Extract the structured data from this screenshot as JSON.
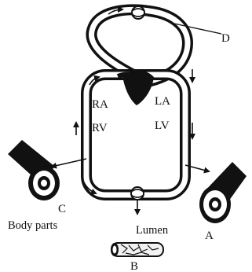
{
  "labels": {
    "ra": "RA",
    "rv": "RV",
    "la": "LA",
    "lv": "LV",
    "a": "A",
    "b": "B",
    "c": "C",
    "d": "D",
    "body_parts": "Body parts",
    "lumen": "Lumen"
  },
  "colors": {
    "ink": "#111111",
    "vessel": "#ffffff",
    "lumen_fill": "#f2f2f2"
  }
}
